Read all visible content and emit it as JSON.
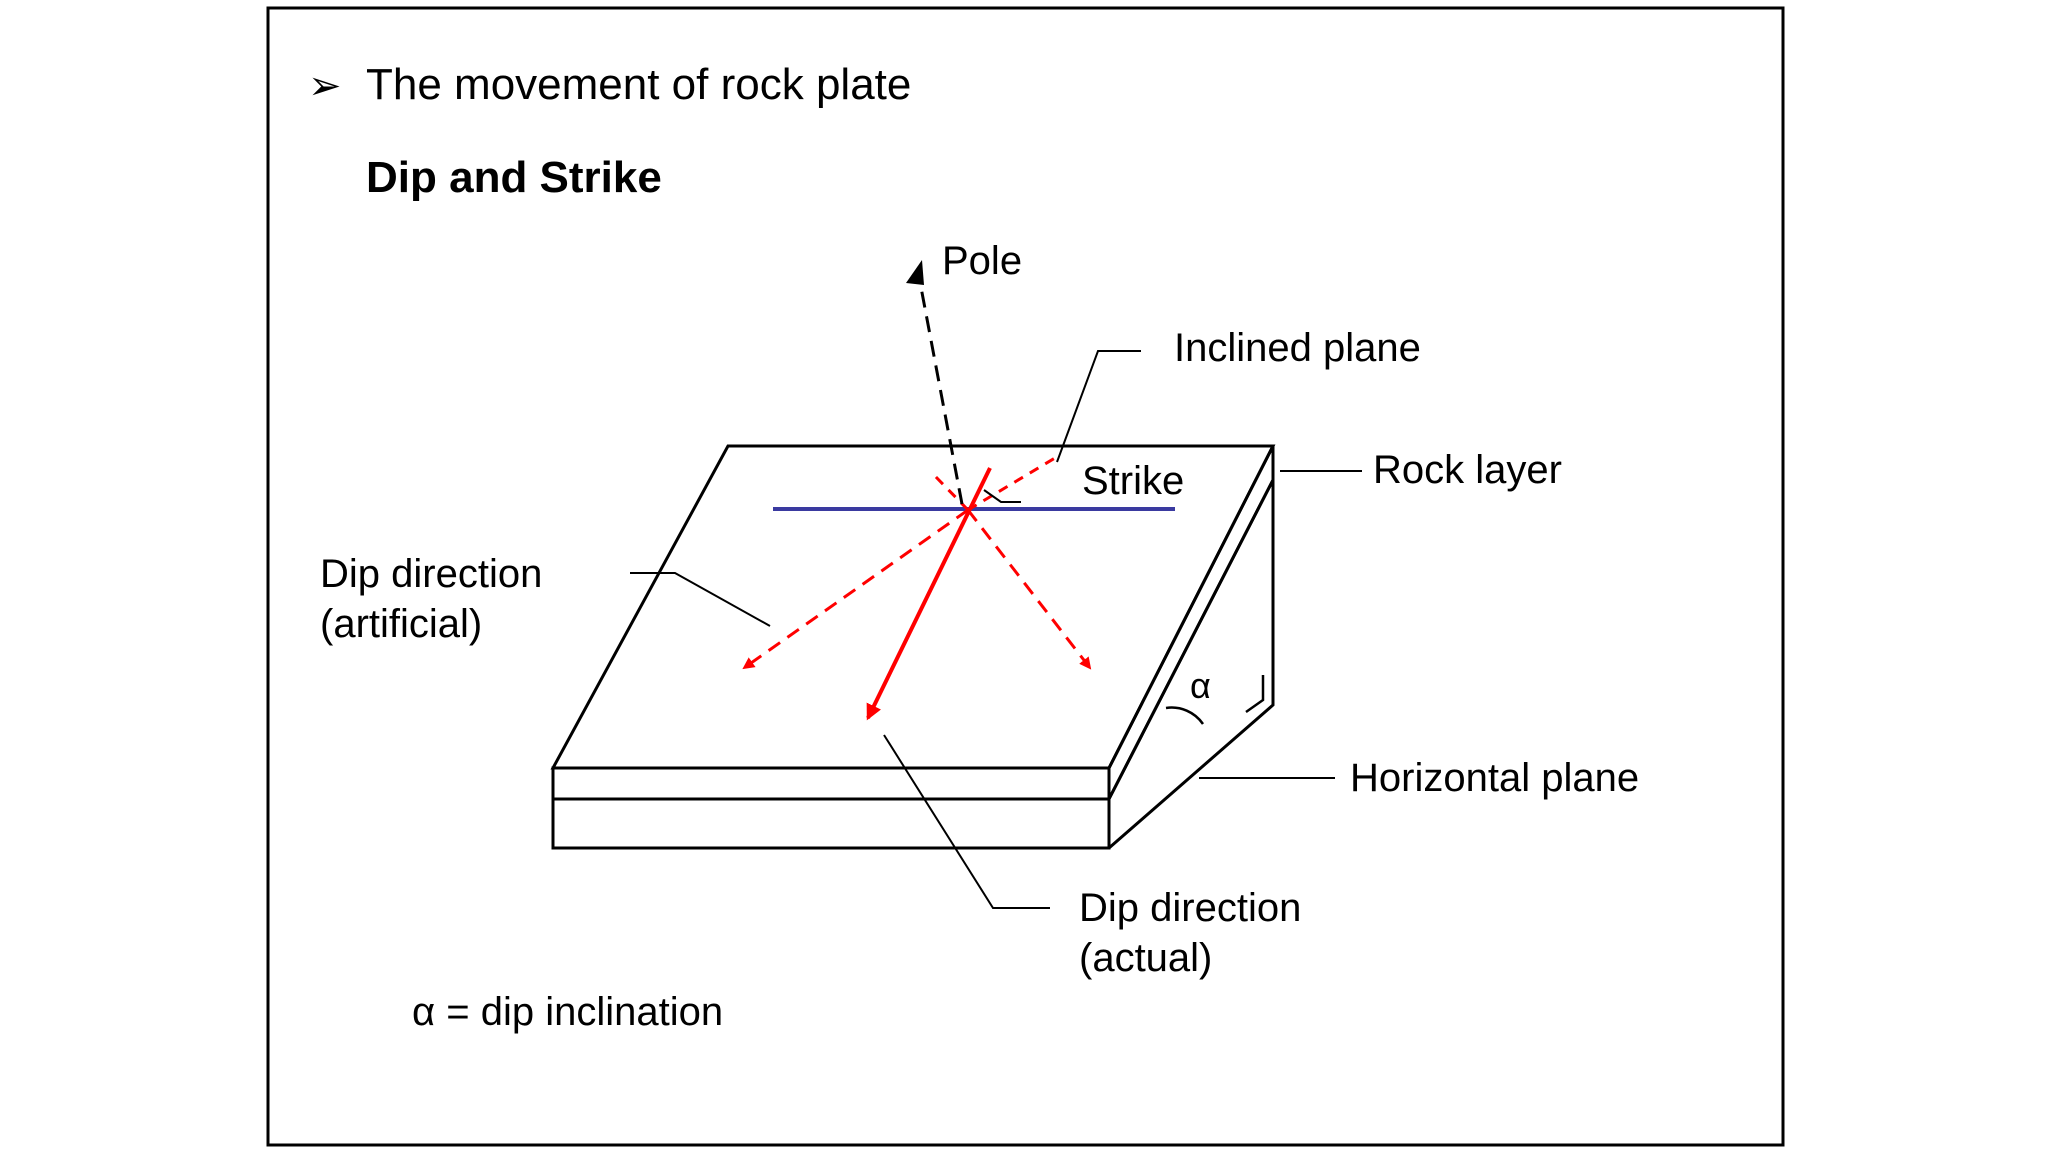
{
  "slide": {
    "bullet_glyph": "➢",
    "bullet_text": "The movement of rock plate",
    "heading": "Dip and Strike",
    "footnote": "α = dip inclination"
  },
  "diagram": {
    "labels": {
      "pole": "Pole",
      "inclined_plane": "Inclined plane",
      "strike": "Strike",
      "rock_layer": "Rock layer",
      "dip_artificial_line1": "Dip direction",
      "dip_artificial_line2": "(artificial)",
      "alpha": "α",
      "horizontal_plane": "Horizontal plane",
      "dip_actual_line1": "Dip direction",
      "dip_actual_line2": "(actual)"
    },
    "colors": {
      "outline": "#000000",
      "strike_line": "#3a3aa0",
      "dip_arrow": "#ff0000"
    }
  }
}
